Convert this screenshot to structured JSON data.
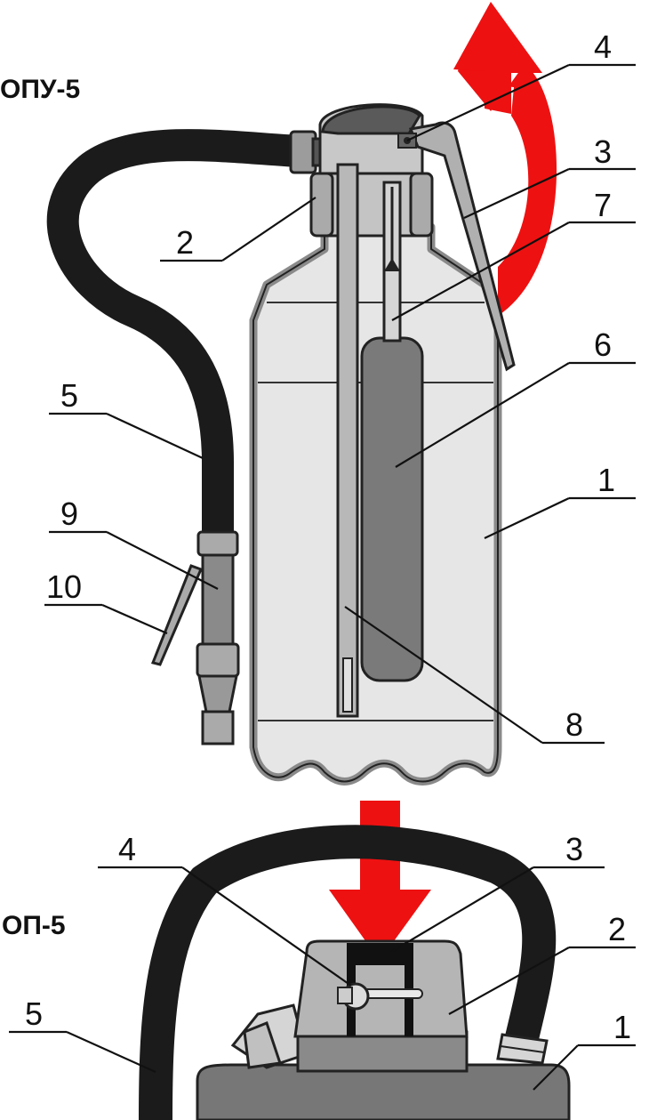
{
  "titles": {
    "top": "ОПУ-5",
    "bottom": "ОП-5"
  },
  "labels_top": [
    "4",
    "3",
    "7",
    "2",
    "6",
    "5",
    "1",
    "9",
    "10",
    "8"
  ],
  "labels_bottom": [
    "4",
    "3",
    "2",
    "5",
    "1"
  ],
  "colors": {
    "arrow": "#ee1111",
    "hose": "#1b1b1b",
    "body_fill": "#e6e6e6",
    "body_outline": "#8a8a8a",
    "parts_gray": "#b5b5b5",
    "dark_gray": "#7a7a7a"
  }
}
